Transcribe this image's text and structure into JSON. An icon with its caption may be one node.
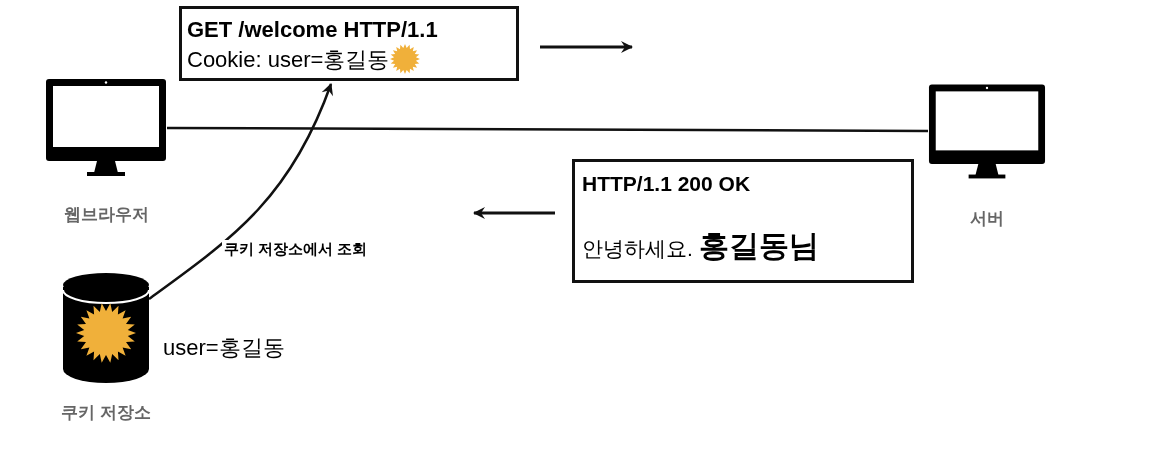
{
  "diagram": {
    "nodes": [
      {
        "text": [
          "웹브라우저"
        ]
      },
      {
        "text": [
          "서버"
        ]
      },
      {
        "text": [
          "GET /welcome HTTP/1.1",
          "Cookie: user=홍길동"
        ]
      },
      {
        "text": [
          "HTTP/1.1 200 OK",
          "안녕하세요. **홍길동님**"
        ]
      },
      {
        "text": [
          "쿠키 저장소"
        ],
        "beside": [
          "user=홍길동"
        ]
      }
    ],
    "edges": [
      {
        "from": 0,
        "to": 1,
        "arrow": "none"
      },
      {
        "from": 4,
        "to": 2,
        "arrow": "to",
        "label": "쿠키 저장소에서 조회"
      }
    ]
  }
}
